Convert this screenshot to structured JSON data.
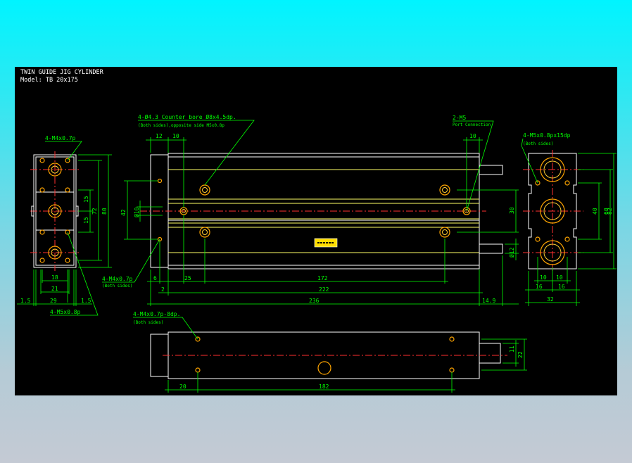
{
  "title": {
    "line1": "TWIN GUIDE JIG CYLINDER",
    "line2": "Model: TB 20x175"
  },
  "callouts": {
    "left_view_top": "4-M4x0.7p",
    "left_view_bottom": "4-M5x0.8p",
    "counter_bore_line1": "4-Ø4.3 Counter bore Ø8x4.5dp.",
    "counter_bore_line2": "(Both sides),opposite side M5x0.8p",
    "port_line1": "2-M5",
    "port_line2": "Port Connection",
    "right_view_line1": "4-M5x0.8px15dp",
    "right_view_line2": "(Both sides)",
    "front_bottom_line1": "4-M4x0.7p",
    "front_bottom_line2": "(Both sides)",
    "bottom_view_line1": "4-M4x0.7p-8dp.",
    "bottom_view_line2": "(Both sides)"
  },
  "dims": {
    "left": {
      "d15a": "15",
      "d15b": "15",
      "d72": "72",
      "d80": "80",
      "d18": "18",
      "d21": "21",
      "d29": "29",
      "d1_5a": "1.5",
      "d1_5b": "1.5"
    },
    "front": {
      "d12": "12",
      "d10a": "10",
      "d10b": "10",
      "d42": "42",
      "d10phi": "Ø10",
      "d30": "30",
      "d12phi": "Ø12",
      "d6": "6",
      "d25": "25",
      "d172": "172",
      "d2": "2",
      "d222": "222",
      "d236": "236",
      "d14_9": "14.9"
    },
    "right": {
      "d40": "40",
      "d60": "60",
      "d82": "82",
      "d10a": "10",
      "d10b": "10",
      "d16a": "16",
      "d16b": "16",
      "d32": "32"
    },
    "bottom": {
      "d11": "11",
      "d22": "22",
      "d20": "20",
      "d182": "182"
    }
  },
  "colors": {
    "drawing_bg": "#000000",
    "outline": "#ffffff",
    "dimension": "#00ff00",
    "center_line": "#ff3030",
    "holes": "#ffa500",
    "rod_lines": "#ffff66"
  }
}
